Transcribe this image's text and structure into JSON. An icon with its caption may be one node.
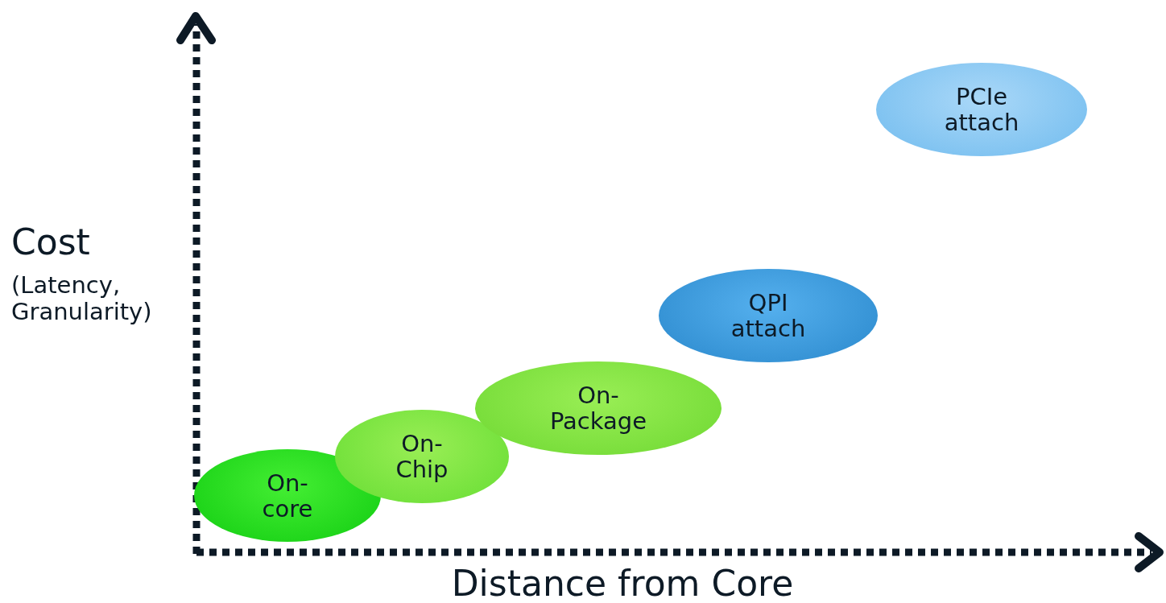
{
  "diagram": {
    "nodes": [
      {
        "text": [
          "On- core"
        ]
      },
      {
        "text": [
          "On- Chip"
        ]
      },
      {
        "text": [
          "On- Package"
        ]
      },
      {
        "text": [
          "QPI attach"
        ]
      },
      {
        "text": [
          "PCIe attach"
        ]
      }
    ],
    "edges": [],
    "labels": [
      "Cost",
      "(Latency, Granularity)",
      "Distance from Core"
    ]
  }
}
